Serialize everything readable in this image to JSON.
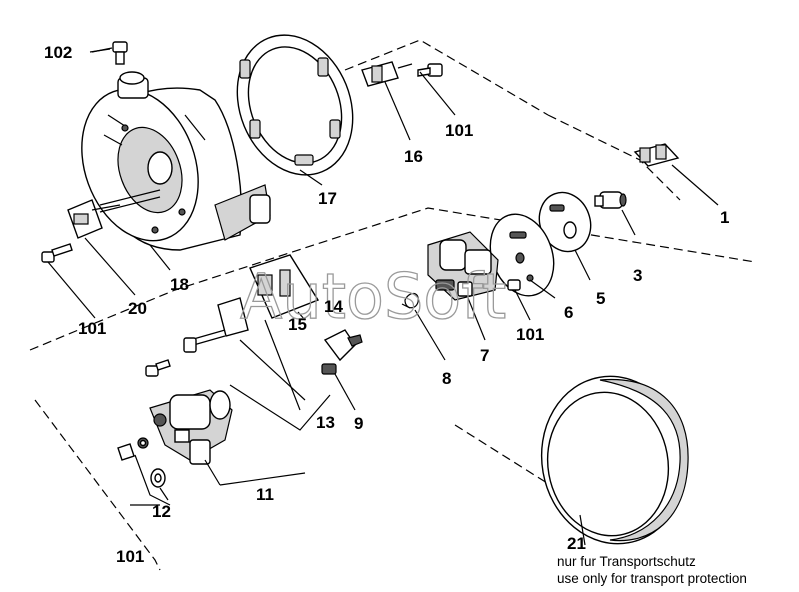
{
  "watermark": "AutoSoft",
  "labels": {
    "l1": "1",
    "l3": "3",
    "l5": "5",
    "l6": "6",
    "l7": "7",
    "l8": "8",
    "l9": "9",
    "l11": "11",
    "l12": "12",
    "l13": "13",
    "l14": "14",
    "l15": "15",
    "l16": "16",
    "l17": "17",
    "l18": "18",
    "l20": "20",
    "l21": "21",
    "l101a": "101",
    "l101b": "101",
    "l101c": "101",
    "l101d": "101",
    "l102": "102"
  },
  "note": {
    "de": "nur fur Transportschutz",
    "en": "use only for transport protection"
  }
}
